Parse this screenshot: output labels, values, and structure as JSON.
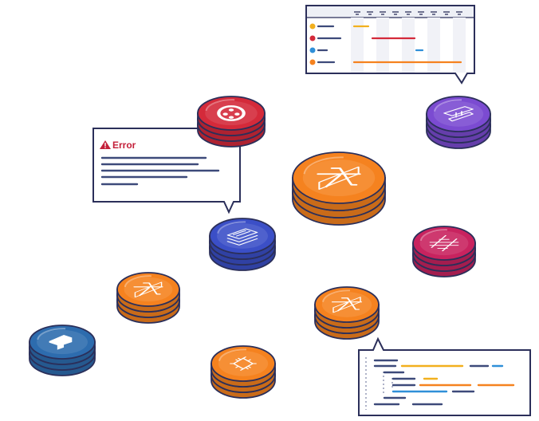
{
  "error_bubble": {
    "icon": "warning-triangle-icon",
    "title": "Error",
    "title_color": "#c4203a"
  },
  "colors": {
    "outline": "#2b2f5a",
    "text_line": "#3d4a7a",
    "orange": "#f5821f",
    "red": "#d42a3a",
    "purple": "#7b4bd1",
    "blue": "#3b4fc7",
    "magenta": "#c8235f",
    "steel_blue": "#2d6cae",
    "yellow": "#f2b01e",
    "light_blue": "#2f8fd8"
  },
  "coins": [
    {
      "name": "coin-redis",
      "icon": "redis-icon",
      "color": "red"
    },
    {
      "name": "coin-step-functions",
      "icon": "step-functions-icon",
      "color": "purple"
    },
    {
      "name": "coin-lambda-large",
      "icon": "lambda-icon",
      "color": "orange"
    },
    {
      "name": "coin-dynamodb",
      "icon": "database-stack-icon",
      "color": "blue"
    },
    {
      "name": "coin-api-gateway",
      "icon": "api-gateway-icon",
      "color": "magenta"
    },
    {
      "name": "coin-lambda-left",
      "icon": "lambda-icon",
      "color": "orange"
    },
    {
      "name": "coin-lambda-right",
      "icon": "lambda-icon",
      "color": "orange"
    },
    {
      "name": "coin-pipeline",
      "icon": "pipeline-icon",
      "color": "steel_blue"
    },
    {
      "name": "coin-ec2",
      "icon": "chip-icon",
      "color": "orange"
    }
  ],
  "timeline_panel": {
    "rows": [
      {
        "icon": "yellow-circle-icon",
        "color": "yellow"
      },
      {
        "icon": "red-circle-icon",
        "color": "red"
      },
      {
        "icon": "blue-circle-icon",
        "color": "light_blue"
      },
      {
        "icon": "orange-circle-icon",
        "color": "orange"
      }
    ]
  },
  "code_panel": {
    "icon": "code-trace-icon"
  }
}
